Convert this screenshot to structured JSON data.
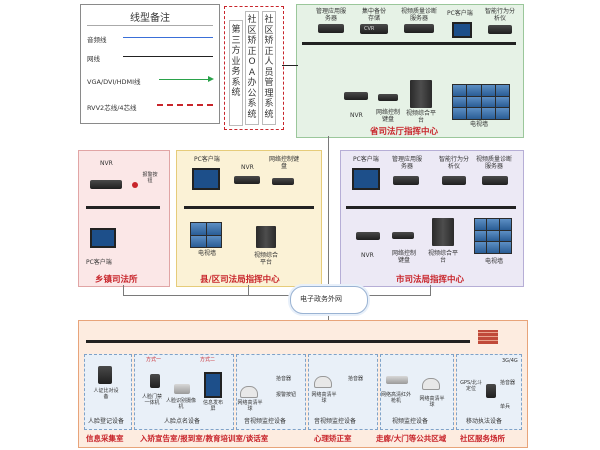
{
  "legend": {
    "title": "线型备注",
    "items": [
      {
        "label": "音频线",
        "color": "#3a6fd8",
        "style": "solid"
      },
      {
        "label": "网线",
        "color": "#222222",
        "style": "solid"
      },
      {
        "label": "VGA/DVI/HDMI线",
        "color": "#2aa24a",
        "style": "arrow"
      },
      {
        "label": "RVV2芯线/4芯线",
        "color": "#c8252b",
        "style": "dashed"
      }
    ]
  },
  "systems": {
    "third_party": "第三方业务系统",
    "oa": "社区矫正OA办公系统",
    "staff_mgmt": "社区矫正人员管理系统"
  },
  "provincial": {
    "title": "省司法厅指挥中心",
    "devices": {
      "app_server": "管理应用服务器",
      "storage": "集中备份存储",
      "diag_server": "视频质量诊断服务器",
      "pc_client": "PC客户端",
      "smart_analyzer": "智能行为分析仪",
      "nvr": "NVR",
      "keyboard": "网络控制键盘",
      "platform": "视频综合平台",
      "tv_wall": "电视墙",
      "cvr": "CVR"
    }
  },
  "township": {
    "title": "乡镇司法所",
    "nvr": "NVR",
    "alarm_button": "报警按钮",
    "pc_client": "PC客户端"
  },
  "county": {
    "title": "县/区司法局指挥中心",
    "pc_client": "PC客户端",
    "nvr": "NVR",
    "keyboard": "网络控制键盘",
    "tv_wall": "电视墙",
    "platform": "视频综合平台"
  },
  "city": {
    "title": "市司法局指挥中心",
    "pc_client": "PC客户端",
    "app_server": "管理应用服务器",
    "smart_analyzer": "智能行为分析仪",
    "diag_server": "视频质量诊断服务器",
    "nvr": "NVR",
    "keyboard": "网络控制键盘",
    "platform": "视频综合平台",
    "tv_wall": "电视墙"
  },
  "network": {
    "egov": "电子政务外网"
  },
  "bottom": {
    "devices": {
      "id_compare": "人证比对设备",
      "face_gate": "人脸门禁一体机",
      "face_camera": "人脸识别摄像机",
      "info_screen": "信息发布屏",
      "dome1": "网络高清半球",
      "pickup1": "拾音器",
      "alarm1": "报警按钮",
      "dome2": "网络高清半球",
      "pickup2": "拾音器",
      "bullet": "网络高清红外枪机",
      "dome3": "网络高清半球",
      "gps": "GPS/北斗定位",
      "pickup_mobile": "拾音器",
      "net_3g4g": "3G/4G",
      "law_enforcement": "单兵",
      "option1": "方式一",
      "option2": "方式二"
    },
    "groups": {
      "face_login": "人脸登记设备",
      "face_rollcall": "人脸点名设备",
      "audio_video_a": "音视频监控设备",
      "audio_video_b": "音视频监控设备",
      "video_monitor": "视频监控设备",
      "mobile": "移动执法设备"
    },
    "rooms": {
      "r1": "信息采集室",
      "r2": "入矫宣告室/报到室/教育培训室/谈话室",
      "r3": "心理矫正室",
      "r4": "走廊/大门等公共区域",
      "r5": "社区服务场所"
    }
  }
}
